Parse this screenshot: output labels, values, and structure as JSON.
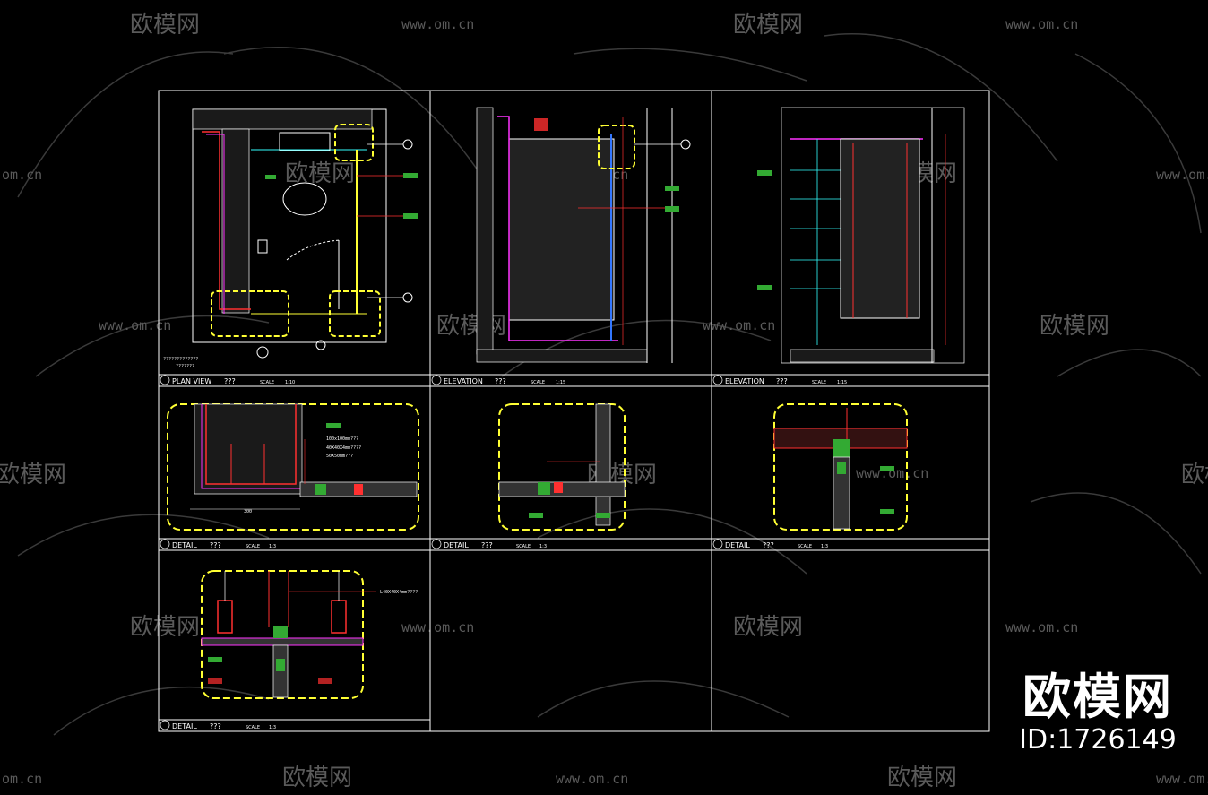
{
  "watermark": {
    "logo_text": "欧模网",
    "url_full": "www.om.cn",
    "url_short": "om.cn",
    "color": "#5a5a5a"
  },
  "brand": {
    "logo": "欧模网",
    "id": "ID:1726149"
  },
  "panels": [
    {
      "key": "p1",
      "title": "PLAN VIEW",
      "code": "???",
      "scale_label": "SCALE",
      "scale": "1:10"
    },
    {
      "key": "p2",
      "title": "ELEVATION",
      "code": "???",
      "scale_label": "SCALE",
      "scale": "1:15"
    },
    {
      "key": "p3",
      "title": "ELEVATION",
      "code": "???",
      "scale_label": "SCALE",
      "scale": "1:15"
    },
    {
      "key": "p4",
      "title": "DETAIL",
      "code": "???",
      "scale_label": "SCALE",
      "scale": "1:3"
    },
    {
      "key": "p5",
      "title": "DETAIL",
      "code": "???",
      "scale_label": "SCALE",
      "scale": "1:3"
    },
    {
      "key": "p6",
      "title": "DETAIL",
      "code": "???",
      "scale_label": "SCALE",
      "scale": "1:3"
    },
    {
      "key": "p7",
      "title": "DETAIL",
      "code": "???",
      "scale_label": "SCALE",
      "scale": "1:3"
    }
  ],
  "annotations": {
    "plan_note1": "?????????????",
    "plan_note2": "???????",
    "dim_300": "300",
    "q3": "???",
    "spec1": "100x100mm???",
    "spec2": "40X40X4mm????",
    "spec3": "50X50mm???",
    "spec4": "L40X40X4mm????"
  },
  "colors": {
    "frame": "#ffffff",
    "yellow": "#ffff33",
    "red": "#ff3030",
    "magenta": "#ff33ff",
    "green": "#33ff33",
    "cyan": "#33ffff"
  }
}
